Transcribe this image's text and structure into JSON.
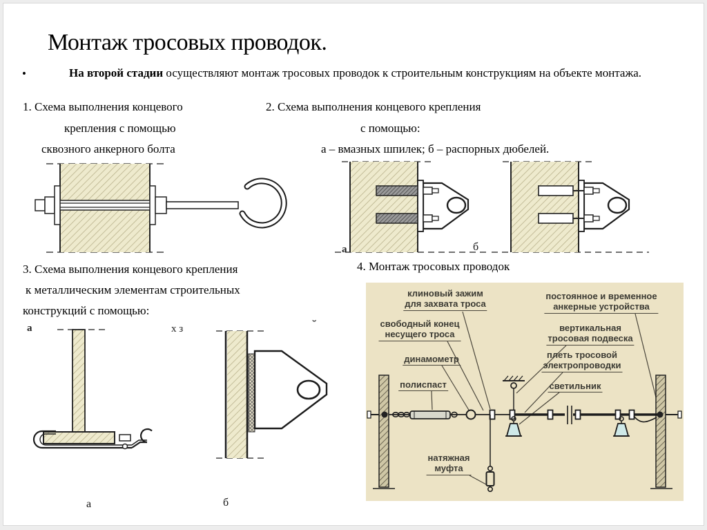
{
  "slide": {
    "title": "Монтаж тросовых проводок.",
    "bullet_marker": "•",
    "bullet": {
      "lead": "На второй стадии",
      "rest": " осуществляют монтаж тросовых проводок к строительным конструкциям на объекте монтажа."
    },
    "section1": {
      "line1": "1. Схема выполнения концевого",
      "line2": "крепления с помощью",
      "line3": "сквозного анкерного болта"
    },
    "section2": {
      "line1": "2. Схема выполнения концевого крепления",
      "line2": "с помощью:",
      "line3": "а – вмазных шпилек; б – распорных дюбелей.",
      "label_a": "а",
      "label_b": "б"
    },
    "section3": {
      "line1": "3. Схема выполнения концевого крепления",
      "line2": "к металлическим элементам строительных",
      "line3": "конструкций с помощью:",
      "fragment_a": "а",
      "fragment_mid": "х з",
      "fragment_breve": "˘",
      "label_a": "а",
      "label_b": "б"
    },
    "section4": {
      "title": "4. Монтаж тросовых проводок",
      "labels": {
        "wedge_clamp_1": "клиновый зажим",
        "wedge_clamp_2": "для захвата троса",
        "anchors_1": "постоянное и временное",
        "anchors_2": "анкерные устройства",
        "free_end_1": "свободный конец",
        "free_end_2": "несущего троса",
        "suspension_1": "вертикальная",
        "suspension_2": "тросовая подвеска",
        "dynamometer": "динамометр",
        "string_1": "плеть тросовой",
        "string_2": "электропроводки",
        "hoist": "полиспаст",
        "lamp": "светильник",
        "turnbuckle_1": "натяжная",
        "turnbuckle_2": "муфта"
      }
    },
    "colors": {
      "panel_bg": "#ece3c5",
      "wall_fill": "#eeeacd",
      "hatch_line": "#b9b28c",
      "lamp_fill": "#cfe9e8",
      "ink": "#1c1c1c"
    }
  }
}
